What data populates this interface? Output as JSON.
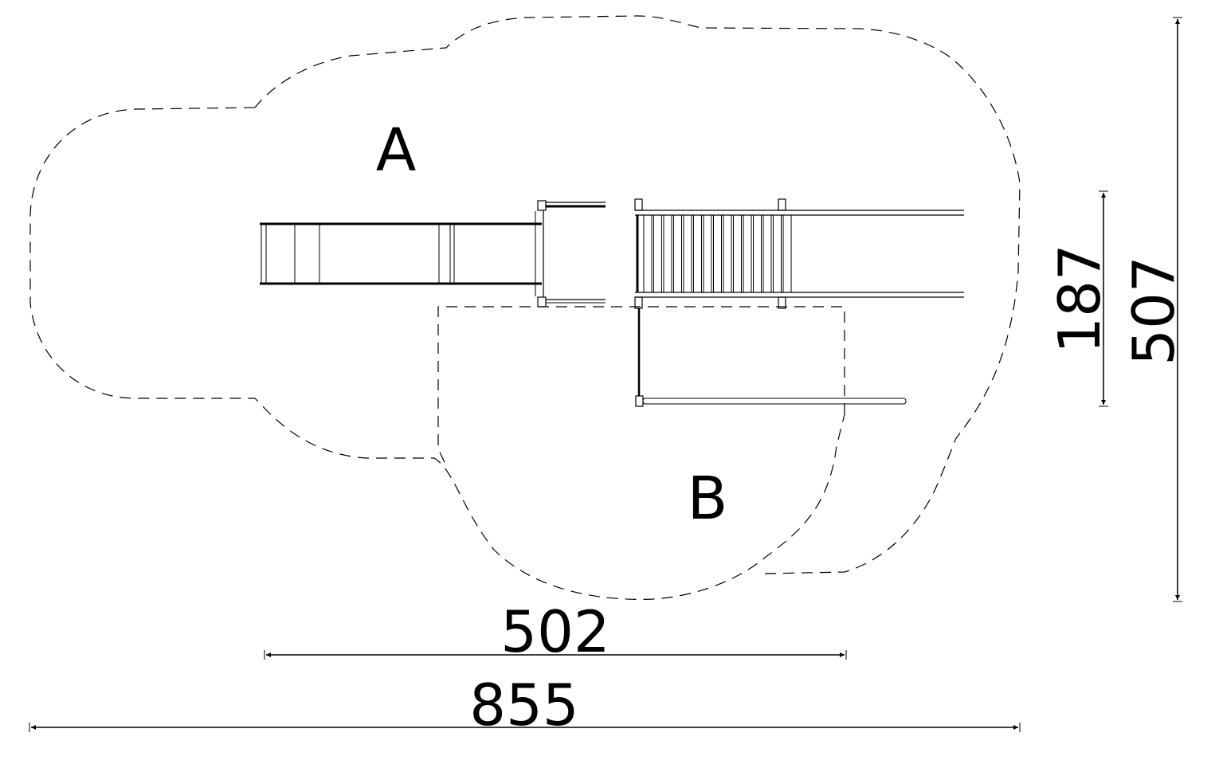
{
  "zones": [
    {
      "label": "A"
    },
    {
      "label": "B"
    }
  ],
  "dimensions": {
    "inner_width": "502",
    "total_width": "855",
    "structure_depth": "187",
    "total_depth": "507"
  },
  "colors": {
    "line": "#000000",
    "background": "#ffffff"
  }
}
